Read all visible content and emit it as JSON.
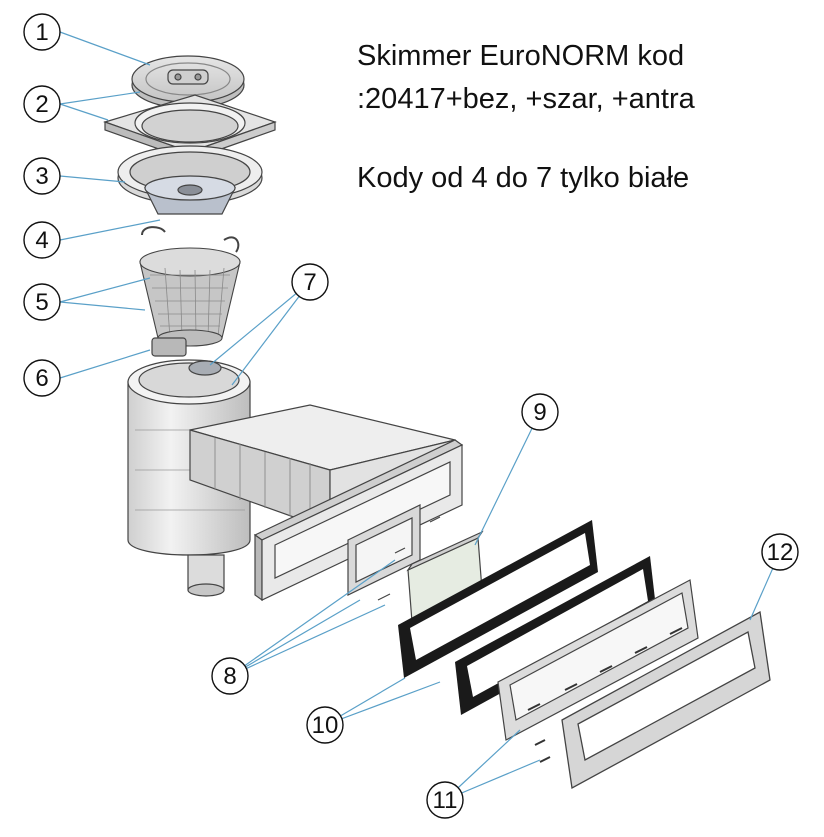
{
  "caption": {
    "line1": "Skimmer EuroNORM kod",
    "line2": ":20417+bez, +szar, +antra",
    "note": "Kody od 4 do 7 tylko białe"
  },
  "callouts": [
    "1",
    "2",
    "3",
    "4",
    "5",
    "6",
    "7",
    "8",
    "9",
    "10",
    "11",
    "12"
  ],
  "colors": {
    "leader": "#5aa0c8",
    "outline": "#333333",
    "part_fill": "#e8e8e8",
    "part_shade": "#c9c9c9",
    "gasket": "#1a1a1a"
  }
}
